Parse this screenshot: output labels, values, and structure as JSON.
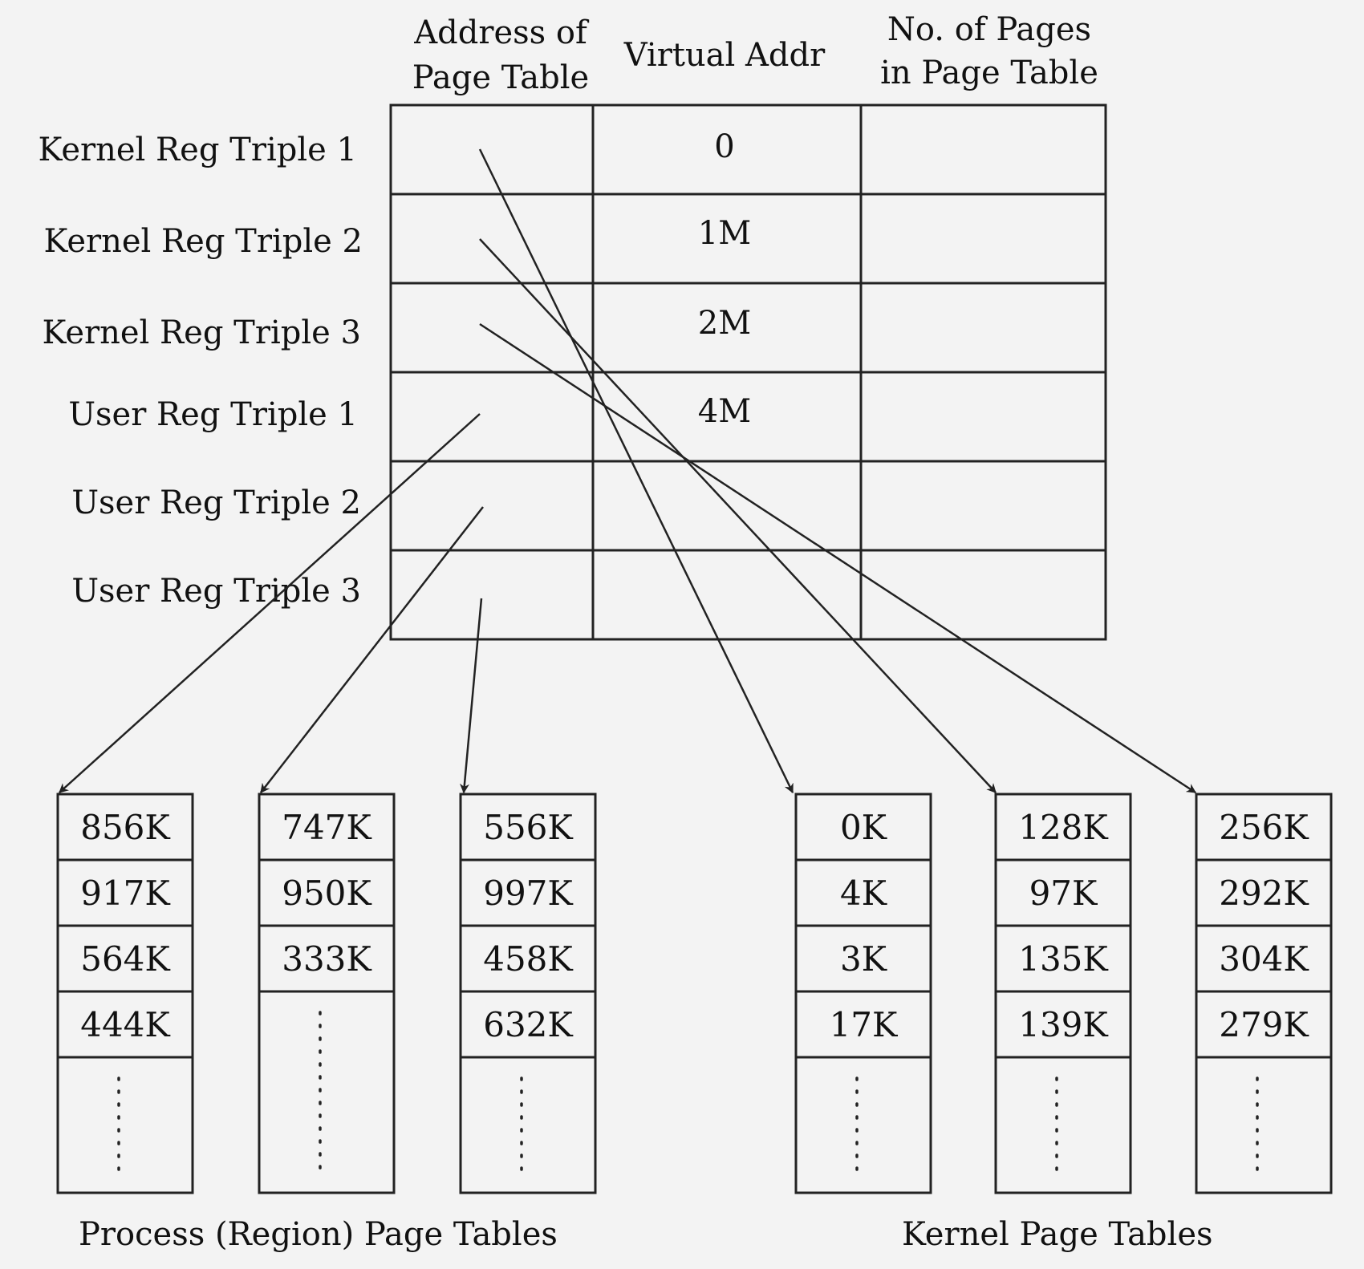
{
  "register_table": {
    "headers": [
      [
        "Address of",
        "Page Table"
      ],
      [
        "Virtual Addr"
      ],
      [
        "No. of Pages",
        "in Page Table"
      ]
    ],
    "rows": [
      {
        "label": "Kernel Reg Triple 1",
        "virtual_addr": "0"
      },
      {
        "label": "Kernel Reg Triple 2",
        "virtual_addr": "1M"
      },
      {
        "label": "Kernel Reg Triple 3",
        "virtual_addr": "2M"
      },
      {
        "label": "User Reg Triple 1",
        "virtual_addr": "4M"
      },
      {
        "label": "User Reg Triple 2",
        "virtual_addr": ""
      },
      {
        "label": "User Reg Triple 3",
        "virtual_addr": ""
      }
    ]
  },
  "process_page_tables": {
    "caption": "Process (Region) Page Tables",
    "tables": [
      {
        "entries": [
          "856K",
          "917K",
          "564K",
          "444K"
        ],
        "continues": true
      },
      {
        "entries": [
          "747K",
          "950K",
          "333K"
        ],
        "continues": true
      },
      {
        "entries": [
          "556K",
          "997K",
          "458K",
          "632K"
        ],
        "continues": true
      }
    ]
  },
  "kernel_page_tables": {
    "caption": "Kernel Page Tables",
    "tables": [
      {
        "entries": [
          "0K",
          "4K",
          "3K",
          "17K"
        ],
        "continues": true
      },
      {
        "entries": [
          "128K",
          "97K",
          "135K",
          "139K"
        ],
        "continues": true
      },
      {
        "entries": [
          "256K",
          "292K",
          "304K",
          "279K"
        ],
        "continues": true
      }
    ]
  },
  "pointers": [
    {
      "from": "Kernel Reg Triple 1",
      "to": "kernel page table 1"
    },
    {
      "from": "Kernel Reg Triple 2",
      "to": "kernel page table 2"
    },
    {
      "from": "Kernel Reg Triple 3",
      "to": "kernel page table 3"
    },
    {
      "from": "User Reg Triple 1",
      "to": "process page table 1"
    },
    {
      "from": "User Reg Triple 2",
      "to": "process page table 2"
    },
    {
      "from": "User Reg Triple 3",
      "to": "process page table 3"
    }
  ]
}
